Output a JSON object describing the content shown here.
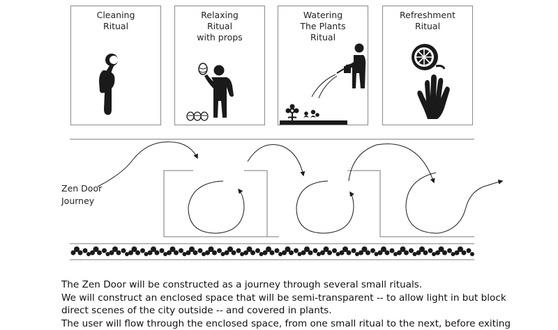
{
  "rituals": [
    {
      "lines": [
        "Cleaning",
        "Ritual"
      ],
      "icon": "person-cleaning-icon"
    },
    {
      "lines": [
        "Relaxing",
        "Ritual",
        "with props"
      ],
      "icon": "person-relaxing-icon"
    },
    {
      "lines": [
        "Watering",
        "The Plants",
        "Ritual"
      ],
      "icon": "person-watering-plants-icon"
    },
    {
      "lines": [
        "Refreshment",
        "Ritual"
      ],
      "icon": "hand-refreshment-icon"
    }
  ],
  "journey": {
    "label_lines": [
      "Zen Door",
      "Journey"
    ]
  },
  "description": [
    "The Zen Door will be constructed as a journey through several small rituals.",
    "We will construct an enclosed space that will be semi-transparent -- to allow light in but block",
    "direct scenes of the city outside -- and covered in plants.",
    "The user will flow through the enclosed space, from one small ritual to the next, before exiting"
  ],
  "colors": {
    "ink": "#1a1a1a",
    "frame": "#8a8a8a",
    "line": "#7a7a7a"
  }
}
